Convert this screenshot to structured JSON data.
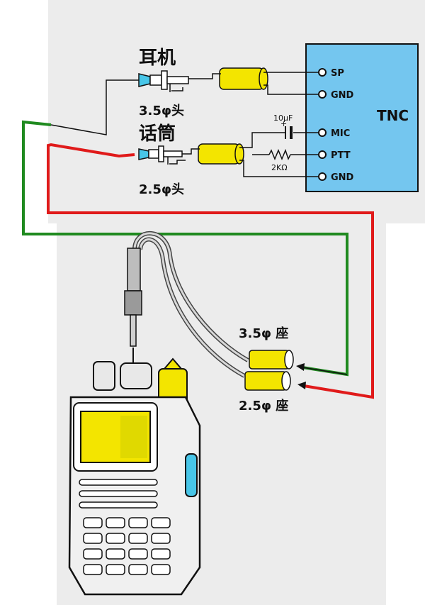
{
  "labels": {
    "earphone": "耳机",
    "earphone_plug": "3.5φ头",
    "mic": "话筒",
    "mic_plug": "2.5φ头",
    "jack_35": "3.5φ 座",
    "jack_25": "2.5φ 座"
  },
  "tnc": {
    "title": "TNC",
    "pins": [
      "SP",
      "GND",
      "MIC",
      "PTT",
      "GND"
    ]
  },
  "components": {
    "capacitor": "10μF",
    "resistor": "2KΩ",
    "capacitor_polarity": "+"
  },
  "colors": {
    "background_panel": "#ececec",
    "tnc_box": "#74c6ef",
    "plug_yellow": "#f3e500",
    "plug_cyan": "#48c6e8",
    "wire_green": "#1f8a1f",
    "wire_red": "#e01a1a",
    "line": "#111111"
  },
  "icons": [
    "radio-icon",
    "y-cable-icon",
    "plug-icon",
    "capacitor-icon",
    "resistor-icon"
  ]
}
